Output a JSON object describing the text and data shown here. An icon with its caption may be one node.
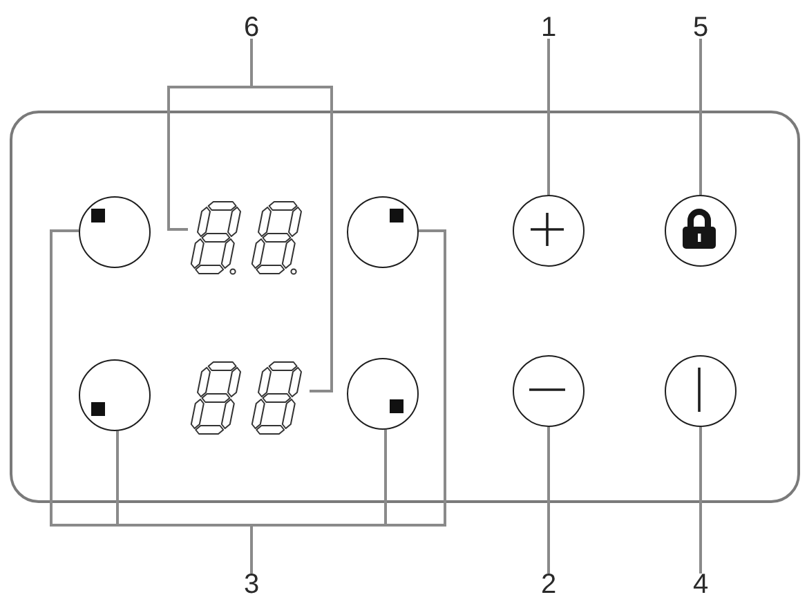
{
  "diagram": {
    "nodes": [
      {
        "text": [
          "6"
        ]
      },
      {
        "text": [
          "1"
        ]
      },
      {
        "text": [
          "5"
        ]
      },
      {
        "text": [],
        "shape": "circle"
      },
      {
        "text": [],
        "shape": "picture"
      },
      {
        "text": [],
        "shape": "circle"
      },
      {
        "text": [],
        "shape": "circle"
      },
      {
        "text": [],
        "shape": "circle"
      },
      {
        "text": [],
        "shape": "circle"
      },
      {
        "text": [],
        "shape": "picture"
      },
      {
        "text": [],
        "shape": "circle"
      },
      {
        "text": [],
        "shape": "circle"
      },
      {
        "text": [],
        "shape": "circle"
      },
      {
        "text": [
          "3"
        ]
      },
      {
        "text": [
          "2"
        ]
      },
      {
        "text": [
          "4"
        ]
      }
    ],
    "edges": [
      {
        "from": 0,
        "to": 4,
        "arrow": "none"
      },
      {
        "from": 0,
        "to": 9,
        "arrow": "none"
      },
      {
        "from": 1,
        "to": 6,
        "arrow": "none"
      },
      {
        "from": 2,
        "to": 7,
        "arrow": "none"
      },
      {
        "from": 13,
        "to": 3,
        "arrow": "none"
      },
      {
        "from": 13,
        "to": 8,
        "arrow": "none"
      },
      {
        "from": 13,
        "to": 5,
        "arrow": "none"
      },
      {
        "from": 13,
        "to": 10,
        "arrow": "none"
      },
      {
        "from": 14,
        "to": 11,
        "arrow": "none"
      },
      {
        "from": 15,
        "to": 12,
        "arrow": "none"
      }
    ]
  }
}
